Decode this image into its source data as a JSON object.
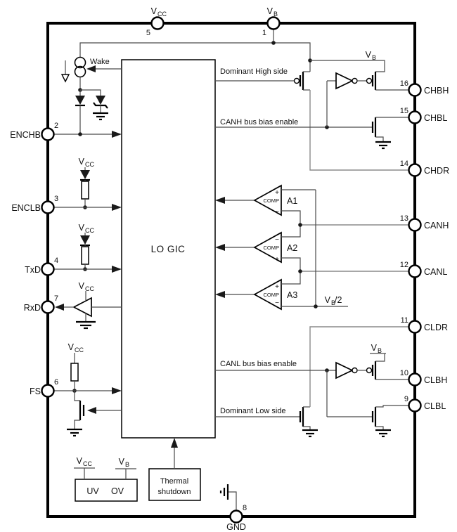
{
  "colors": {
    "ink": "#000000",
    "wire": "#4a4a4a",
    "bus": "#8a8a8a",
    "background": "#ffffff"
  },
  "blocks": {
    "logic": "LO GIC",
    "uv": "UV",
    "ov": "OV",
    "thermal_line1": "Thermal",
    "thermal_line2": "shutdown"
  },
  "signals": {
    "wake": "Wake",
    "dominant_high": "Dominant High side",
    "canh_bias": "CANH bus bias enable",
    "canl_bias": "CANL bus bias enable",
    "dominant_low": "Dominant Low side",
    "vb_half_suffix": "/2"
  },
  "rails": {
    "v": "V",
    "cc": "CC",
    "b": "B"
  },
  "comparators": {
    "comp": "COMP",
    "a1": "A1",
    "a2": "A2",
    "a3": "A3",
    "plus": "+",
    "minus": "−"
  },
  "pins": {
    "vcc": {
      "num": "5"
    },
    "vb": {
      "num": "1"
    },
    "enchb": {
      "num": "2",
      "label": "ENCHB"
    },
    "enclb": {
      "num": "3",
      "label": "ENCLB"
    },
    "txd": {
      "num": "4",
      "label": "TxD"
    },
    "rxd": {
      "num": "7",
      "label": "RxD"
    },
    "fs": {
      "num": "6",
      "label": "FS"
    },
    "gnd": {
      "num": "8",
      "label": "GND"
    },
    "chbh": {
      "num": "16",
      "label": "CHBH"
    },
    "chbl": {
      "num": "15",
      "label": "CHBL"
    },
    "chdr": {
      "num": "14",
      "label": "CHDR"
    },
    "canh": {
      "num": "13",
      "label": "CANH"
    },
    "canl": {
      "num": "12",
      "label": "CANL"
    },
    "cldr": {
      "num": "11",
      "label": "CLDR"
    },
    "clbh": {
      "num": "10",
      "label": "CLBH"
    },
    "clbl": {
      "num": "9",
      "label": "CLBL"
    }
  }
}
